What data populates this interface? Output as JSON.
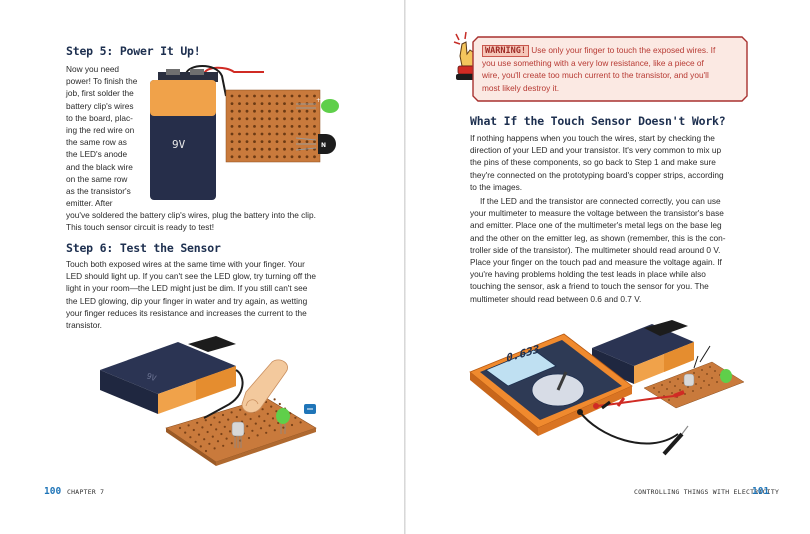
{
  "left_page": {
    "step5": {
      "label": "Step 5:",
      "title": "Power It Up!",
      "wrap_lines": [
        "Now you need",
        "power! To finish the",
        "job, first solder the",
        "battery clip's wires",
        "to the board, plac-",
        "ing the red wire on",
        "the same row as",
        "the LED's anode",
        "and the black wire",
        "on the same row",
        "as the transistor's",
        "emitter. After"
      ],
      "full_lines": [
        "you've soldered the battery clip's wires, plug the battery into the clip.",
        "This touch sensor circuit is ready to test!"
      ]
    },
    "figure1": {
      "battery_label": "9V",
      "led_label": "+",
      "transistor_label": "N"
    },
    "step6": {
      "label": "Step 6:",
      "title": "Test the Sensor",
      "lines": [
        "Touch both exposed wires at the same time with your finger. Your",
        "LED should light up. If you can't see the LED glow, try turning off the",
        "light in your room—the LED might just be dim. If you still can't see",
        "the LED glowing, dip your finger in water and try again, as wetting",
        "your finger reduces its resistance and increases the current to the",
        "transistor."
      ]
    },
    "figure2": {
      "battery_label": "9V"
    },
    "folio": {
      "number": "100",
      "label": "CHAPTER 7"
    }
  },
  "right_page": {
    "warning": {
      "tag": "WARNING!",
      "lines": [
        " Use only your finger to touch the exposed wires. If",
        "you use something with a very low resistance, like a piece of",
        "wire, you'll create too much current to the transistor, and you'll",
        "most likely destroy it."
      ]
    },
    "section": {
      "title": "What If the Touch Sensor Doesn't Work?",
      "para1": [
        "If nothing happens when you touch the wires, start by checking the",
        "direction of your LED and your transistor. It's very common to mix up",
        "the pins of these components, so go back to Step 1 and make sure",
        "they're connected on the prototyping board's copper strips, according",
        "to the images."
      ],
      "para2": [
        "If the LED and the transistor are connected correctly, you can use",
        "your multimeter to measure the voltage between the transistor's base",
        "and emitter. Place one of the multimeter's metal legs on the base leg",
        "and the other on the emitter leg, as shown (remember, this is the con-",
        "troller side of the transistor). The multimeter should read around 0 V.",
        "Place your finger on the touch pad and measure the voltage again. If",
        "you're having problems holding the test leads in place while also",
        "touching the sensor, ask a friend to touch the sensor for you. The",
        "multimeter should read between 0.6 and 0.7 V."
      ]
    },
    "multimeter": {
      "display": "0.633"
    },
    "folio": {
      "label": "CONTROLLING THINGS WITH ELECTRICITY",
      "number": "101"
    }
  },
  "colors": {
    "navy": "#1d2f4f",
    "orange": "#f0a24a",
    "board": "#c97a3c",
    "warning_red": "#b73a33",
    "folio_blue": "#1f75b8"
  }
}
